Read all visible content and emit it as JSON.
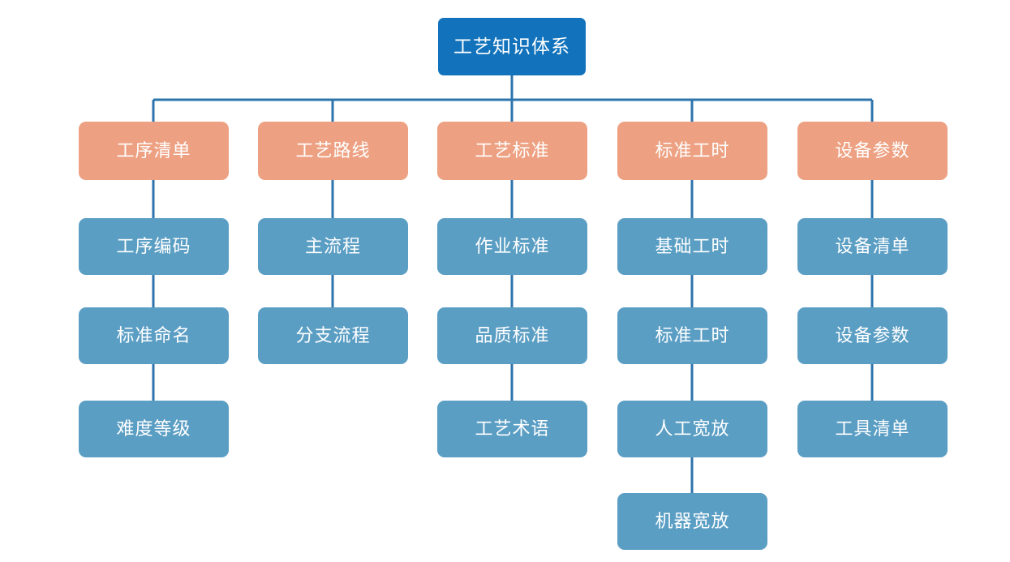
{
  "diagram": {
    "type": "tree",
    "title": "工艺知识体系",
    "orientation": "top-down",
    "levels": 5,
    "colors": {
      "root": "#1273bc",
      "level2": "#eda182",
      "level3": "#5b9ec4",
      "connector": "#2e74ad",
      "background": "#ffffff",
      "text": "#ffffff"
    },
    "root": {
      "label": "工艺知识体系"
    },
    "columns": [
      {
        "branch_label": "工序清单",
        "children": [
          "工序编码",
          "标准命名",
          "难度等级"
        ]
      },
      {
        "branch_label": "工艺路线",
        "children": [
          "主流程",
          "分支流程"
        ]
      },
      {
        "branch_label": "工艺标准",
        "children": [
          "作业标准",
          "品质标准",
          "工艺术语"
        ]
      },
      {
        "branch_label": "标准工时",
        "children": [
          "基础工时",
          "标准工时",
          "人工宽放",
          "机器宽放"
        ]
      },
      {
        "branch_label": "设备参数",
        "children": [
          "设备清单",
          "设备参数",
          "工具清单"
        ]
      }
    ]
  }
}
